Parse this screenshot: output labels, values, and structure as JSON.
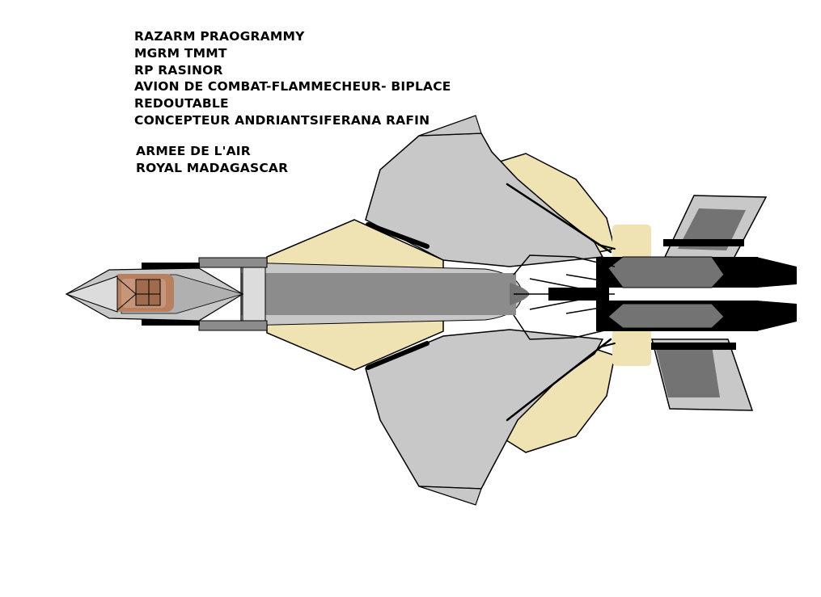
{
  "caption": {
    "lines": [
      "RAZARM PRAOGRAMMY",
      "MGRM TMMT",
      "RP RASINOR",
      "AVION DE COMBAT-FLAMMECHEUR- BIPLACE",
      "REDOUTABLE",
      "CONCEPTEUR ANDRIANTSIFERANA RAFIN"
    ],
    "owner_lines": [
      "ARMEE DE L'AIR",
      "ROYAL MADAGASCAR"
    ]
  },
  "colors": {
    "background": "#ffffff",
    "wing_gray": "#c8c8c8",
    "body_cream": "#efe3b3",
    "spine_gray": "#8c8c8c",
    "dark_gray": "#737373",
    "engine_black": "#000000",
    "cockpit_brown": "#b9805f",
    "outline": "#000000"
  },
  "icons": {
    "aircraft": "fighter-jet-top-view-icon"
  }
}
